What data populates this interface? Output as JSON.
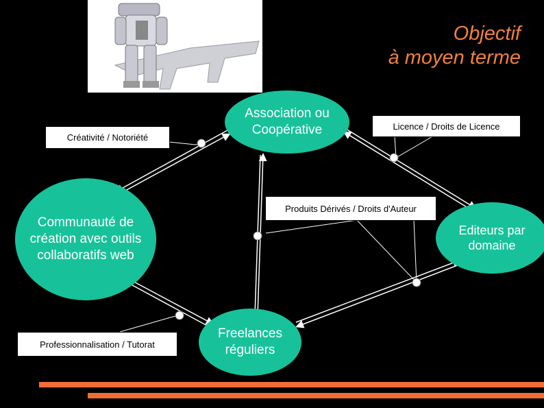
{
  "title": {
    "line1": "Objectif",
    "line2": "à moyen terme"
  },
  "nodes": {
    "association": "Association ou Coopérative",
    "communaute": "Communauté de création avec outils collaboratifs web",
    "editeurs": "Editeurs par domaine",
    "freelances": "Freelances réguliers"
  },
  "labels": {
    "creativite": "Créativité / Notoriété",
    "licence": "Licence / Droits de Licence",
    "produits": "Produits Dérivés / Droits d'Auteur",
    "professionnalisation": "Professionnalisation / Tutorat"
  },
  "colors": {
    "node": "#17c29a",
    "title": "#f08040",
    "bar": "#f26d35"
  },
  "image": {
    "icon": "robot-illustration"
  }
}
